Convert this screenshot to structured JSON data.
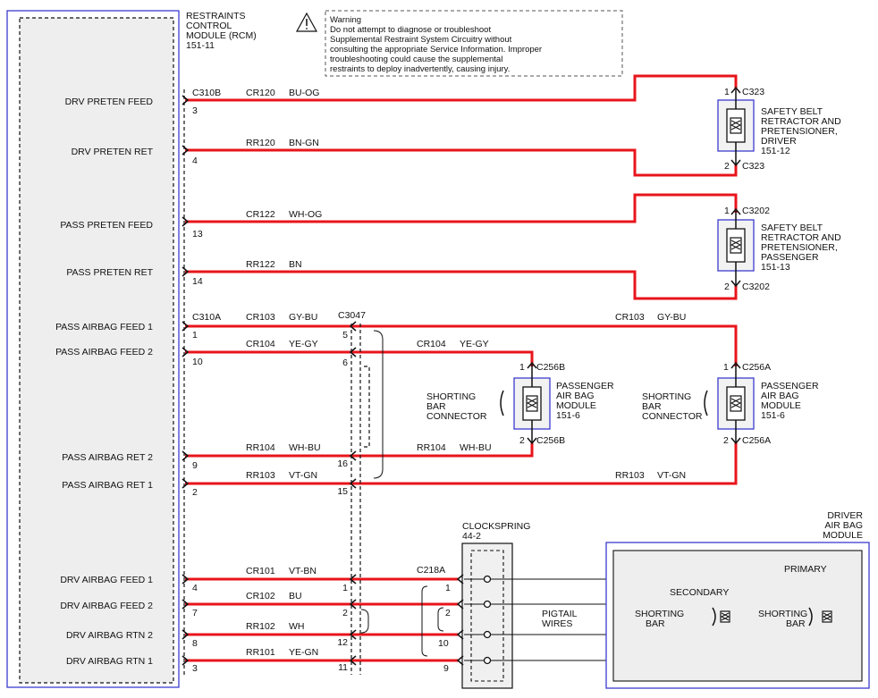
{
  "rcm": {
    "title": [
      "RESTRAINTS",
      "CONTROL",
      "MODULE (RCM)",
      "151-11"
    ]
  },
  "warning": {
    "lines": [
      "Warning",
      "Do not attempt to diagnose or troubleshoot",
      "Supplemental Restraint System Circuitry without",
      "consulting the appropriate Service Information.  Improper",
      "troubleshooting could cause the supplemental",
      "restraints to deploy inadvertently, causing injury."
    ]
  },
  "connectors": {
    "c310b": "C310B",
    "c310a": "C310A",
    "c3047": "C3047",
    "c218a": "C218A"
  },
  "pins": [
    {
      "label": "DRV PRETEN FEED",
      "pin": "3",
      "circuit": "CR120",
      "color": "BU-OG"
    },
    {
      "label": "DRV PRETEN RET",
      "pin": "4",
      "circuit": "RR120",
      "color": "BN-GN"
    },
    {
      "label": "PASS PRETEN FEED",
      "pin": "13",
      "circuit": "CR122",
      "color": "WH-OG"
    },
    {
      "label": "PASS PRETEN RET",
      "pin": "14",
      "circuit": "RR122",
      "color": "BN"
    },
    {
      "label": "PASS AIRBAG FEED 1",
      "pin": "1",
      "circuit": "CR103",
      "color": "GY-BU",
      "inline": "5",
      "circuit2": "CR103",
      "color2": "GY-BU"
    },
    {
      "label": "PASS AIRBAG FEED 2",
      "pin": "10",
      "circuit": "CR104",
      "color": "YE-GY",
      "inline": "6",
      "circuit2": "CR104",
      "color2": "YE-GY"
    },
    {
      "label": "PASS AIRBAG RET 2",
      "pin": "9",
      "circuit": "RR104",
      "color": "WH-BU",
      "inline": "16",
      "circuit2": "RR104",
      "color2": "WH-BU"
    },
    {
      "label": "PASS AIRBAG RET 1",
      "pin": "2",
      "circuit": "RR103",
      "color": "VT-GN",
      "inline": "15",
      "circuit2": "RR103",
      "color2": "VT-GN"
    },
    {
      "label": "DRV AIRBAG FEED 1",
      "pin": "4",
      "circuit": "CR101",
      "color": "VT-BN",
      "inline": "1",
      "cs": "1"
    },
    {
      "label": "DRV AIRBAG FEED 2",
      "pin": "7",
      "circuit": "CR102",
      "color": "BU",
      "inline": "2",
      "cs": "2"
    },
    {
      "label": "DRV AIRBAG RTN 2",
      "pin": "8",
      "circuit": "RR102",
      "color": "WH",
      "inline": "12",
      "cs": "10"
    },
    {
      "label": "DRV AIRBAG RTN 1",
      "pin": "3",
      "circuit": "RR101",
      "color": "YE-GN",
      "inline": "11",
      "cs": "9"
    }
  ],
  "components": {
    "driver_belt": {
      "lines": [
        "SAFETY BELT",
        "RETRACTOR AND",
        "PRETENSIONER,",
        "DRIVER",
        "151-12"
      ],
      "conn_top": "C323",
      "conn_bot": "C323",
      "pin_top": "1",
      "pin_bot": "2"
    },
    "pass_belt": {
      "lines": [
        "SAFETY BELT",
        "RETRACTOR AND",
        "PRETENSIONER,",
        "PASSENGER",
        "151-13"
      ],
      "conn_top": "C3202",
      "conn_bot": "C3202",
      "pin_top": "1",
      "pin_bot": "2"
    },
    "pab_left": {
      "lines": [
        "PASSENGER",
        "AIR BAG",
        "MODULE",
        "151-6"
      ],
      "conn_top": "C256B",
      "conn_bot": "C256B",
      "pin_top": "1",
      "pin_bot": "2",
      "shorting": [
        "SHORTING",
        "BAR",
        "CONNECTOR"
      ]
    },
    "pab_right": {
      "lines": [
        "PASSENGER",
        "AIR BAG",
        "MODULE",
        "151-6"
      ],
      "conn_top": "C256A",
      "conn_bot": "C256A",
      "pin_top": "1",
      "pin_bot": "2",
      "shorting": [
        "SHORTING",
        "BAR",
        "CONNECTOR"
      ]
    },
    "clockspring": {
      "lines": [
        "CLOCKSPRING",
        "44-2"
      ]
    },
    "pigtail": {
      "lines": [
        "PIGTAIL",
        "WIRES"
      ]
    },
    "dab": {
      "lines": [
        "DRIVER",
        "AIR BAG",
        "MODULE"
      ],
      "primary": "PRIMARY",
      "secondary": "SECONDARY",
      "shorting1": [
        "SHORTING",
        "BAR"
      ],
      "shorting2": [
        "SHORTING",
        "BAR"
      ]
    }
  }
}
